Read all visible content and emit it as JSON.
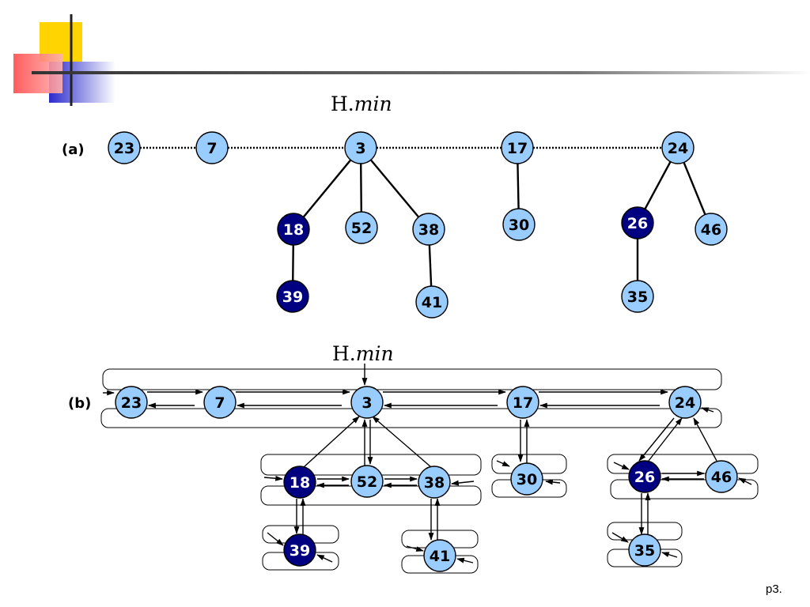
{
  "slide": {
    "page_number": "p3."
  },
  "colors": {
    "light_node": "#99ccff",
    "dark_node": "#000080",
    "deco_yellow": "#ffd400",
    "deco_red": "#ff5050",
    "deco_blue": "#2b2bcc",
    "rule": "#444444"
  },
  "hmin": {
    "prefix": "H.",
    "suffix": "min"
  },
  "panels": [
    {
      "label": "(a)",
      "nodes": [
        {
          "id": "23",
          "marked": false
        },
        {
          "id": "7",
          "marked": false
        },
        {
          "id": "3",
          "marked": false
        },
        {
          "id": "17",
          "marked": false
        },
        {
          "id": "24",
          "marked": false
        },
        {
          "id": "18",
          "marked": true
        },
        {
          "id": "52",
          "marked": false
        },
        {
          "id": "38",
          "marked": false
        },
        {
          "id": "30",
          "marked": false
        },
        {
          "id": "26",
          "marked": true
        },
        {
          "id": "46",
          "marked": false
        },
        {
          "id": "39",
          "marked": true
        },
        {
          "id": "41",
          "marked": false
        },
        {
          "id": "35",
          "marked": false
        }
      ],
      "root_list": [
        "23",
        "7",
        "3",
        "17",
        "24"
      ],
      "min": "3",
      "edges": [
        [
          "3",
          "18"
        ],
        [
          "3",
          "52"
        ],
        [
          "3",
          "38"
        ],
        [
          "18",
          "39"
        ],
        [
          "38",
          "41"
        ],
        [
          "17",
          "30"
        ],
        [
          "24",
          "26"
        ],
        [
          "24",
          "46"
        ],
        [
          "26",
          "35"
        ]
      ]
    },
    {
      "label": "(b)",
      "nodes": [
        {
          "id": "23",
          "marked": false
        },
        {
          "id": "7",
          "marked": false
        },
        {
          "id": "3",
          "marked": false
        },
        {
          "id": "17",
          "marked": false
        },
        {
          "id": "24",
          "marked": false
        },
        {
          "id": "18",
          "marked": true
        },
        {
          "id": "52",
          "marked": false
        },
        {
          "id": "38",
          "marked": false
        },
        {
          "id": "30",
          "marked": false
        },
        {
          "id": "26",
          "marked": true
        },
        {
          "id": "46",
          "marked": false
        },
        {
          "id": "39",
          "marked": true
        },
        {
          "id": "41",
          "marked": false
        },
        {
          "id": "35",
          "marked": false
        }
      ],
      "root_list": [
        "23",
        "7",
        "3",
        "17",
        "24"
      ],
      "min": "3",
      "sibling_lists": [
        [
          "23",
          "7",
          "3",
          "17",
          "24"
        ],
        [
          "18",
          "52",
          "38"
        ],
        [
          "30"
        ],
        [
          "26",
          "46"
        ],
        [
          "39"
        ],
        [
          "41"
        ],
        [
          "35"
        ]
      ],
      "child_pointers": [
        [
          "3",
          "18"
        ],
        [
          "18",
          "39"
        ],
        [
          "38",
          "41"
        ],
        [
          "17",
          "30"
        ],
        [
          "24",
          "26"
        ],
        [
          "26",
          "35"
        ]
      ],
      "parent_pointers": [
        [
          "18",
          "3"
        ],
        [
          "52",
          "3"
        ],
        [
          "38",
          "3"
        ],
        [
          "39",
          "18"
        ],
        [
          "41",
          "38"
        ],
        [
          "30",
          "17"
        ],
        [
          "26",
          "24"
        ],
        [
          "46",
          "24"
        ],
        [
          "35",
          "26"
        ]
      ]
    }
  ]
}
